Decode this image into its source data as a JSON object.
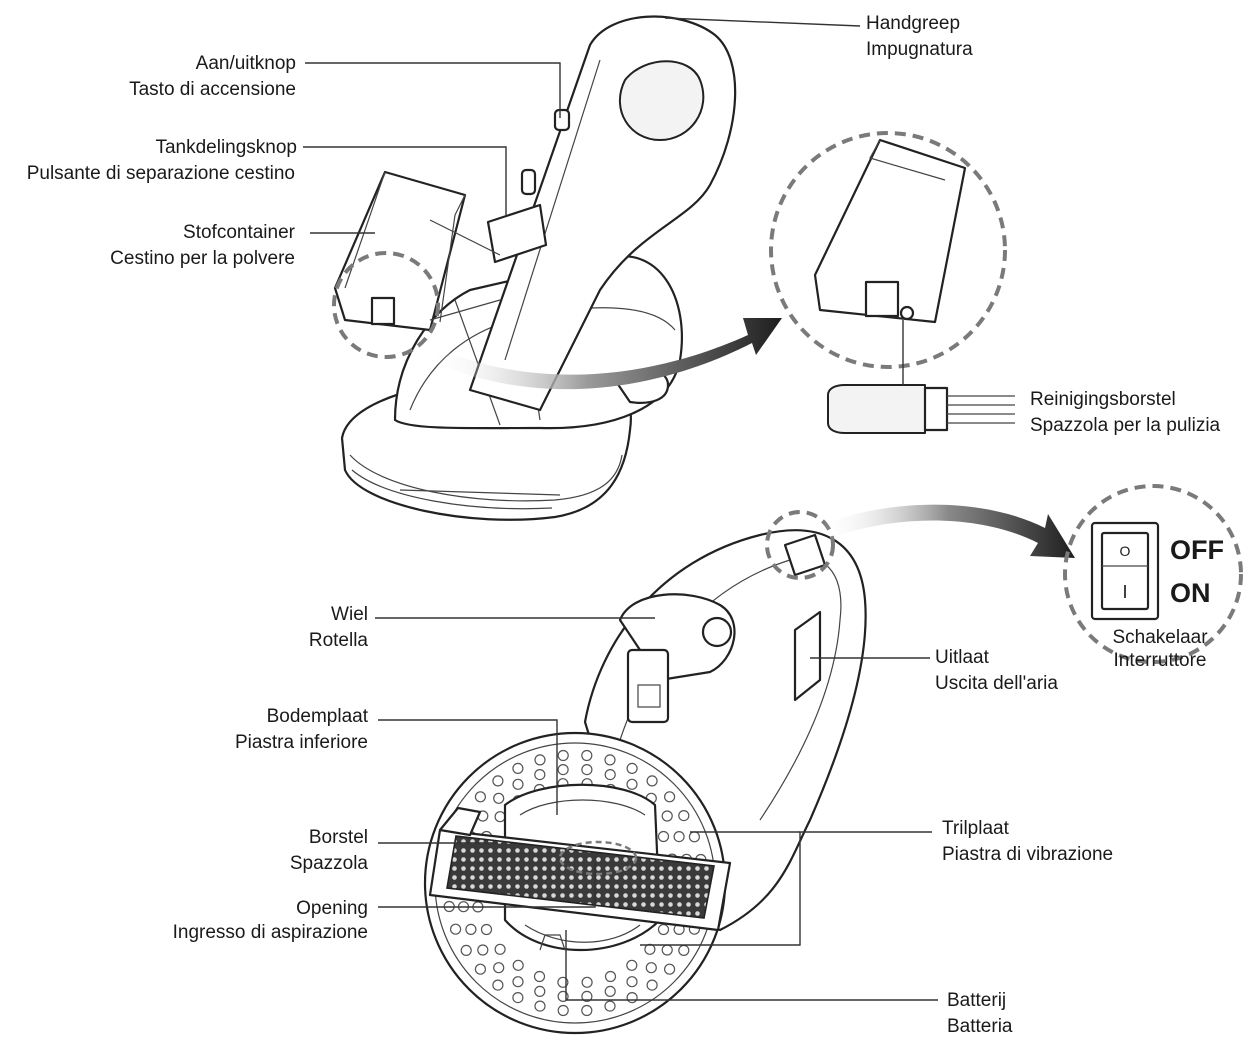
{
  "labels": {
    "handle": {
      "nl": "Handgreep",
      "it": "Impugnatura"
    },
    "power_button": {
      "nl": "Aan/uitknop",
      "it": "Tasto di accensione"
    },
    "tank_release": {
      "nl": "Tankdelingsknop",
      "it": "Pulsante di separazione cestino"
    },
    "dust_container": {
      "nl": "Stofcontainer",
      "it": "Cestino per la polvere"
    },
    "cleaning_brush": {
      "nl": "Reinigingsborstel",
      "it": "Spazzola per la pulizia"
    },
    "wheel": {
      "nl": "Wiel",
      "it": "Rotella"
    },
    "exhaust": {
      "nl": "Uitlaat",
      "it": "Uscita dell'aria"
    },
    "switch": {
      "nl": "Schakelaar",
      "it": "Interruttore"
    },
    "bottom_plate": {
      "nl": "Bodemplaat",
      "it": "Piastra inferiore"
    },
    "brush": {
      "nl": "Borstel",
      "it": "Spazzola"
    },
    "opening": {
      "nl": "Opening",
      "it": "Ingresso di aspirazione"
    },
    "vibration_plate": {
      "nl": "Trilplaat",
      "it": "Piastra di vibrazione"
    },
    "battery": {
      "nl": "Batterij",
      "it": "Batteria"
    }
  },
  "switch_states": {
    "off": "OFF",
    "on": "ON",
    "off_symbol": "O",
    "on_symbol": "I"
  },
  "colors": {
    "line": "#333333",
    "dash_circle": "#7a7a7a",
    "arrow_dark": "#1e1e1e"
  }
}
